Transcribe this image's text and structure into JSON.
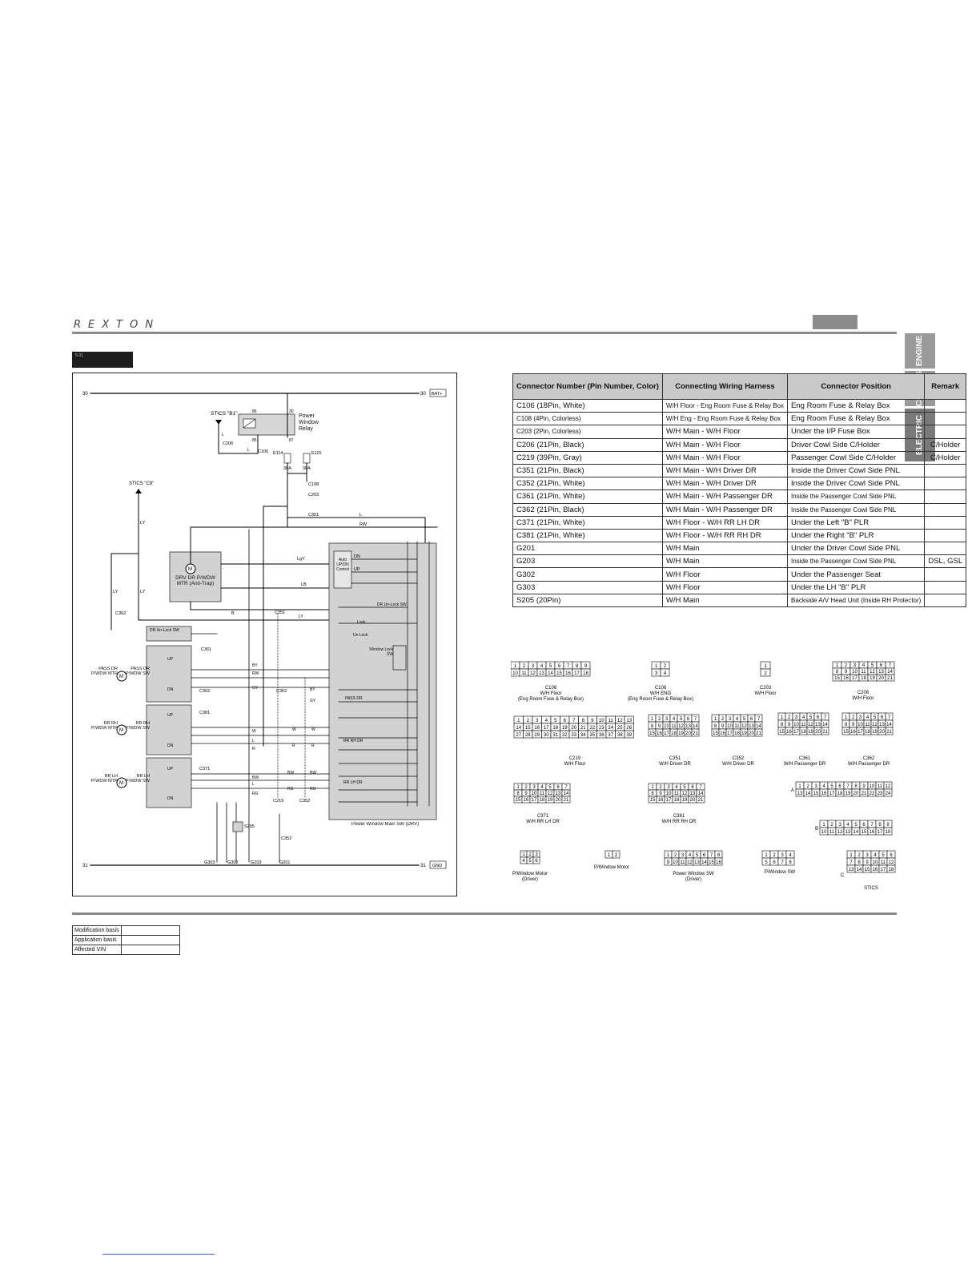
{
  "header": {
    "brand": "REXTON"
  },
  "side_tabs": [
    "ENGINE",
    "CHASSIS",
    "ELECTRIC"
  ],
  "section_tag": "5-01",
  "diagram": {
    "labels": {
      "rail_30_left": "30",
      "rail_30_right": "30",
      "bat": "BAT+",
      "rail_31_left": "31",
      "rail_31_right": "31",
      "gnd": "GND",
      "relay": "Power Window Relay",
      "relay_pins": [
        "86",
        "30",
        "85",
        "87"
      ],
      "stics_b1": "STICS \"B1\"",
      "stics_c9": "STICS \"C9\"",
      "c206": "C206",
      "c106": "C106",
      "c108": "C108",
      "c203": "C203",
      "c351": "C351",
      "c361": "C361",
      "c362": "C362",
      "c352": "C352",
      "c371": "C371",
      "c381": "C381",
      "c219": "C219",
      "fuse_e114": "E114",
      "fuse_e115": "E115",
      "fuse_30a": "30A",
      "drv_motor": "DRV DR P/WDW MTR (Anti-Trap)",
      "auto_ctrl": "Auto UP/DN Control",
      "dr_unlock_sw": "DR Un-Lock SW",
      "dr_unlock": "DR Un-Lock SW",
      "lock": "Lock",
      "unlock": "Un Lock",
      "window_lock": "Window Lock SW",
      "pass_dr": "PASS DR",
      "rr_rh_dr": "RR RH DR",
      "rr_lh_dr": "RR LH DR",
      "pass_motor": "PASS DR P/WDW MTR",
      "pass_sw": "PASS DR P/WDW SW",
      "rrrh_motor": "RR RH P/WDW MTR",
      "rrrh_sw": "RR RH P/WDW SW",
      "rrlh_motor": "RR LH P/WDW MTR",
      "rrlh_sw": "RR LH P/WDW SW",
      "main_sw": "Power Window Main SW (DRV)",
      "up": "UP",
      "dn": "DN",
      "m": "M",
      "s205": "S205",
      "g303": "G303",
      "g302": "G302",
      "g203": "G203",
      "g201": "G201",
      "wires": [
        "L",
        "LY",
        "RW",
        "LgY",
        "LB",
        "B",
        "BY",
        "GY",
        "W",
        "R",
        "BW",
        "RG"
      ]
    }
  },
  "table": {
    "headers": [
      "Connector Number (Pin Number, Color)",
      "Connecting Wiring Harness",
      "Connector Position",
      "Remark"
    ],
    "rows": [
      [
        "C106 (18Pin, White)",
        "W/H Floor - Eng Room Fuse & Relay Box",
        "Eng Room Fuse & Relay Box",
        ""
      ],
      [
        "C108 (4Pin, Colorless)",
        "W/H Eng - Eng Room Fuse & Relay Box",
        "Eng Room Fuse & Relay Box",
        ""
      ],
      [
        "C203 (2Pin, Colorless)",
        "W/H Main - W/H Floor",
        "Under the I/P Fuse Box",
        ""
      ],
      [
        "C206 (21Pin, Black)",
        "W/H Main - W/H Floor",
        "Driver Cowl Side C/Holder",
        "C/Holder"
      ],
      [
        "C219 (39Pin, Gray)",
        "W/H Main - W/H Floor",
        "Passenger Cowl Side C/Holder",
        "C/Holder"
      ],
      [
        "C351 (21Pin, Black)",
        "W/H Main - W/H Driver DR",
        "Inside the Driver Cowl Side PNL",
        ""
      ],
      [
        "C352 (21Pin, White)",
        "W/H Main - W/H Driver DR",
        "Inside the Driver Cowl Side PNL",
        ""
      ],
      [
        "C361 (21Pin, White)",
        "W/H Main - W/H Passenger DR",
        "Inside the Passenger Cowl Side PNL",
        ""
      ],
      [
        "C362 (21Pin, Black)",
        "W/H Main - W/H Passenger DR",
        "Inside the Passenger Cowl Side PNL",
        ""
      ],
      [
        "C371 (21Pin, White)",
        "W/H Floor - W/H RR LH DR",
        "Under the Left \"B\" PLR",
        ""
      ],
      [
        "C381 (21Pin, White)",
        "W/H Floor - W/H RR RH DR",
        "Under the Right \"B\" PLR",
        ""
      ],
      [
        "G201",
        "W/H Main",
        "Under the Driver Cowl Side PNL",
        ""
      ],
      [
        "G203",
        "W/H Main",
        "Inside the Passenger Cowl Side PNL",
        "DSL, GSL"
      ],
      [
        "G302",
        "W/H Floor",
        "Under the Passenger Seat",
        ""
      ],
      [
        "G303",
        "W/H Floor",
        "Under the LH \"B\" PLR",
        ""
      ],
      [
        "S205 (20Pin)",
        "W/H Main",
        "Backside A/V Head Unit (Inside RH Protector)",
        ""
      ]
    ]
  },
  "connectors": [
    {
      "id": "C106",
      "sub": "W/H Floor",
      "sub2": "(Eng Room Fuse & Relay Box)"
    },
    {
      "id": "C108",
      "sub": "W/H ENG",
      "sub2": "(Eng Room Fuse & Relay Box)"
    },
    {
      "id": "C203",
      "sub": "W/H Floor",
      "sub2": ""
    },
    {
      "id": "C206",
      "sub": "W/H Floor",
      "sub2": ""
    },
    {
      "id": "C219",
      "sub": "W/H Floor",
      "sub2": ""
    },
    {
      "id": "C351",
      "sub": "W/H Driver DR",
      "sub2": ""
    },
    {
      "id": "C352",
      "sub": "W/H Driver DR",
      "sub2": ""
    },
    {
      "id": "C361",
      "sub": "W/H Passenger DR",
      "sub2": ""
    },
    {
      "id": "C362",
      "sub": "W/H Passenger DR",
      "sub2": ""
    },
    {
      "id": "C371",
      "sub": "W/H RR LH DR",
      "sub2": ""
    },
    {
      "id": "C381",
      "sub": "W/H RR RH DR",
      "sub2": ""
    },
    {
      "id": "P/Window Motor",
      "sub": "(Driver)",
      "sub2": ""
    },
    {
      "id": "P/Window Motor",
      "sub": "",
      "sub2": ""
    },
    {
      "id": "Power Window SW",
      "sub": "(Driver)",
      "sub2": ""
    },
    {
      "id": "P/Window SW",
      "sub": "",
      "sub2": ""
    },
    {
      "id": "STICS",
      "sub": "",
      "sub2": ""
    }
  ],
  "stics_rows": {
    "a": "A",
    "b": "B",
    "c": "C"
  },
  "modification": {
    "rows": [
      {
        "label": "Modification basis",
        "value": ""
      },
      {
        "label": "Application basis",
        "value": ""
      },
      {
        "label": "Affected VIN",
        "value": ""
      }
    ]
  }
}
